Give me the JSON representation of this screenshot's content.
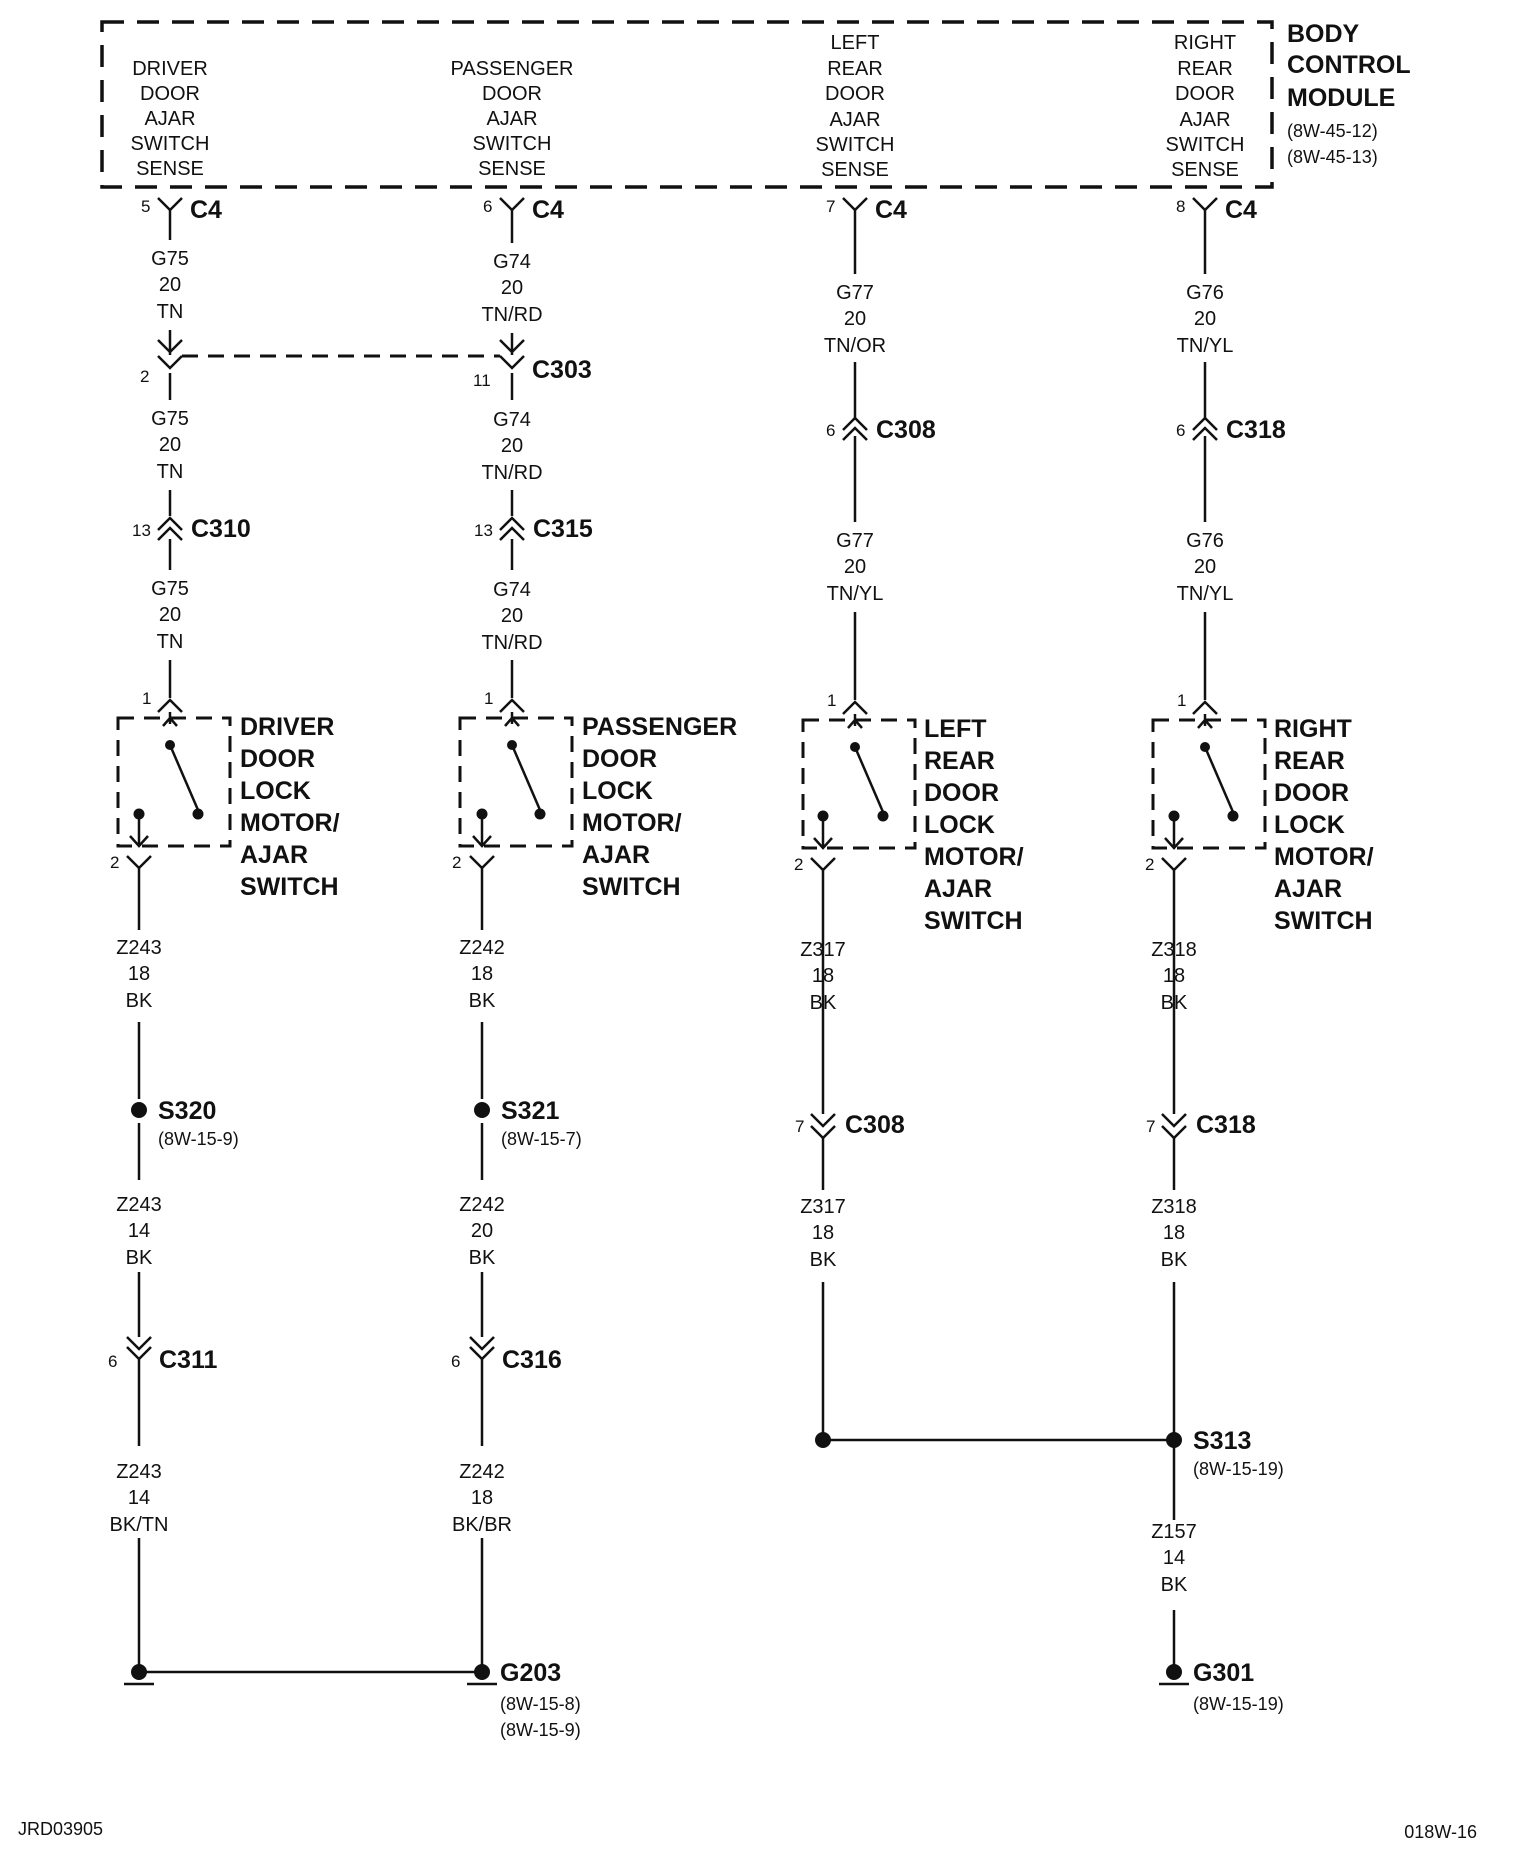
{
  "module": {
    "title": [
      "BODY",
      "CONTROL",
      "MODULE"
    ],
    "refs": [
      "(8W-45-12)",
      "(8W-45-13)"
    ],
    "inputs": [
      [
        "DRIVER",
        "DOOR",
        "AJAR",
        "SWITCH",
        "SENSE"
      ],
      [
        "PASSENGER",
        "DOOR",
        "AJAR",
        "SWITCH",
        "SENSE"
      ],
      [
        "LEFT",
        "REAR",
        "DOOR",
        "AJAR",
        "SWITCH",
        "SENSE"
      ],
      [
        "RIGHT",
        "REAR",
        "DOOR",
        "AJAR",
        "SWITCH",
        "SENSE"
      ]
    ]
  },
  "c4": {
    "name": "C4",
    "pins": [
      "5",
      "6",
      "7",
      "8"
    ]
  },
  "wires": {
    "g75": [
      "G75",
      "20",
      "TN"
    ],
    "g74": [
      "G74",
      "20",
      "TN/RD"
    ],
    "g77_or": [
      "G77",
      "20",
      "TN/OR"
    ],
    "g77_yl": [
      "G77",
      "20",
      "TN/YL"
    ],
    "g76": [
      "G76",
      "20",
      "TN/YL"
    ],
    "z243_18": [
      "Z243",
      "18",
      "BK"
    ],
    "z243_14": [
      "Z243",
      "14",
      "BK"
    ],
    "z243_14tn": [
      "Z243",
      "14",
      "BK/TN"
    ],
    "z242_18": [
      "Z242",
      "18",
      "BK"
    ],
    "z242_20": [
      "Z242",
      "20",
      "BK"
    ],
    "z242_18br": [
      "Z242",
      "18",
      "BK/BR"
    ],
    "z317": [
      "Z317",
      "18",
      "BK"
    ],
    "z318": [
      "Z318",
      "18",
      "BK"
    ],
    "z157": [
      "Z157",
      "14",
      "BK"
    ]
  },
  "connectors": {
    "c303": {
      "name": "C303",
      "pin_left": "2",
      "pin_right": "11"
    },
    "c310": {
      "name": "C310",
      "pin": "13"
    },
    "c315": {
      "name": "C315",
      "pin": "13"
    },
    "c308_top": {
      "name": "C308",
      "pin": "6"
    },
    "c318_top": {
      "name": "C318",
      "pin": "6"
    },
    "c308_bot": {
      "name": "C308",
      "pin": "7"
    },
    "c318_bot": {
      "name": "C318",
      "pin": "7"
    },
    "c311": {
      "name": "C311",
      "pin": "6"
    },
    "c316": {
      "name": "C316",
      "pin": "6"
    }
  },
  "switches": {
    "pin_top": "1",
    "pin_bottom": "2",
    "driver": [
      "DRIVER",
      "DOOR",
      "LOCK",
      "MOTOR/",
      "AJAR",
      "SWITCH"
    ],
    "passenger": [
      "PASSENGER",
      "DOOR",
      "LOCK",
      "MOTOR/",
      "AJAR",
      "SWITCH"
    ],
    "left_rear": [
      "LEFT",
      "REAR",
      "DOOR",
      "LOCK",
      "MOTOR/",
      "AJAR",
      "SWITCH"
    ],
    "right_rear": [
      "RIGHT",
      "REAR",
      "DOOR",
      "LOCK",
      "MOTOR/",
      "AJAR",
      "SWITCH"
    ]
  },
  "splices": {
    "s320": {
      "name": "S320",
      "ref": "(8W-15-9)"
    },
    "s321": {
      "name": "S321",
      "ref": "(8W-15-7)"
    },
    "s313": {
      "name": "S313",
      "ref": "(8W-15-19)"
    }
  },
  "grounds": {
    "g203": {
      "name": "G203",
      "refs": [
        "(8W-15-8)",
        "(8W-15-9)"
      ]
    },
    "g301": {
      "name": "G301",
      "refs": [
        "(8W-15-19)"
      ]
    }
  },
  "footer": {
    "left": "JRD03905",
    "right": "018W-16"
  }
}
